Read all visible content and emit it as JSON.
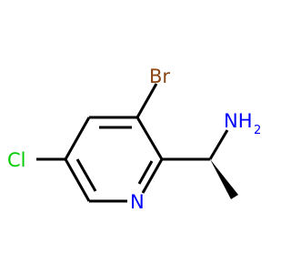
{
  "molecule": {
    "atoms": {
      "br": {
        "label": "Br",
        "color": "#8b4513"
      },
      "cl": {
        "label": "Cl",
        "color": "#00cc00"
      },
      "n_ring": {
        "label": "N",
        "color": "#0000ff"
      },
      "nh2": {
        "label": "NH",
        "subscript": "2",
        "color": "#0000ff"
      }
    },
    "bond_color": "#000000"
  }
}
